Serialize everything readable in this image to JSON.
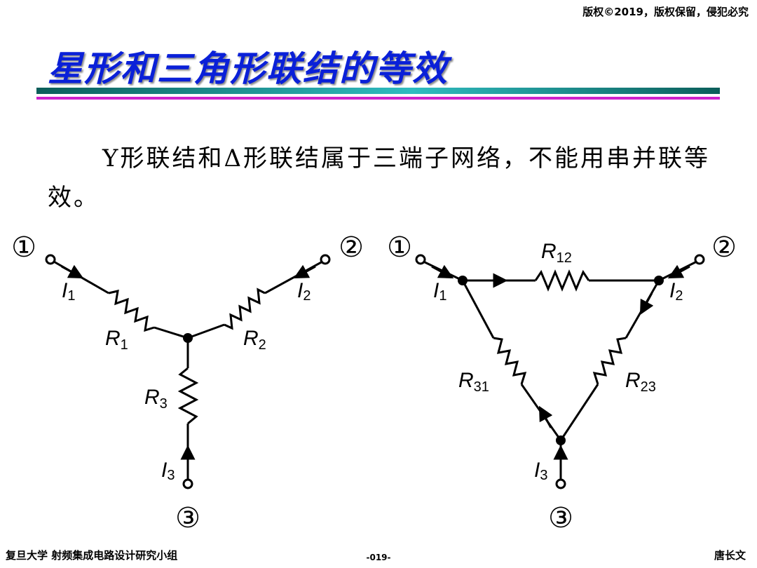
{
  "header": {
    "copyright": "版权©2019，版权保留，侵犯必究"
  },
  "title": "星形和三角形联结的等效",
  "body": {
    "paragraph": "Y形联结和Δ形联结属于三端子网络，不能用串并联等效。"
  },
  "star": {
    "terminals": [
      "①",
      "②",
      "③"
    ],
    "currents": [
      {
        "main": "I",
        "sub": "1"
      },
      {
        "main": "I",
        "sub": "2"
      },
      {
        "main": "I",
        "sub": "3"
      }
    ],
    "resistors": [
      {
        "main": "R",
        "sub": "1"
      },
      {
        "main": "R",
        "sub": "2"
      },
      {
        "main": "R",
        "sub": "3"
      }
    ]
  },
  "delta": {
    "terminals": [
      "①",
      "②",
      "③"
    ],
    "currents": [
      {
        "main": "I",
        "sub": "1"
      },
      {
        "main": "I",
        "sub": "2"
      },
      {
        "main": "I",
        "sub": "3"
      }
    ],
    "resistors": [
      {
        "main": "R",
        "sub": "12"
      },
      {
        "main": "R",
        "sub": "23"
      },
      {
        "main": "R",
        "sub": "31"
      }
    ]
  },
  "footer": {
    "left": "复旦大学   射频集成电路设计研究小组",
    "center": "-019-",
    "right": "唐长文"
  }
}
